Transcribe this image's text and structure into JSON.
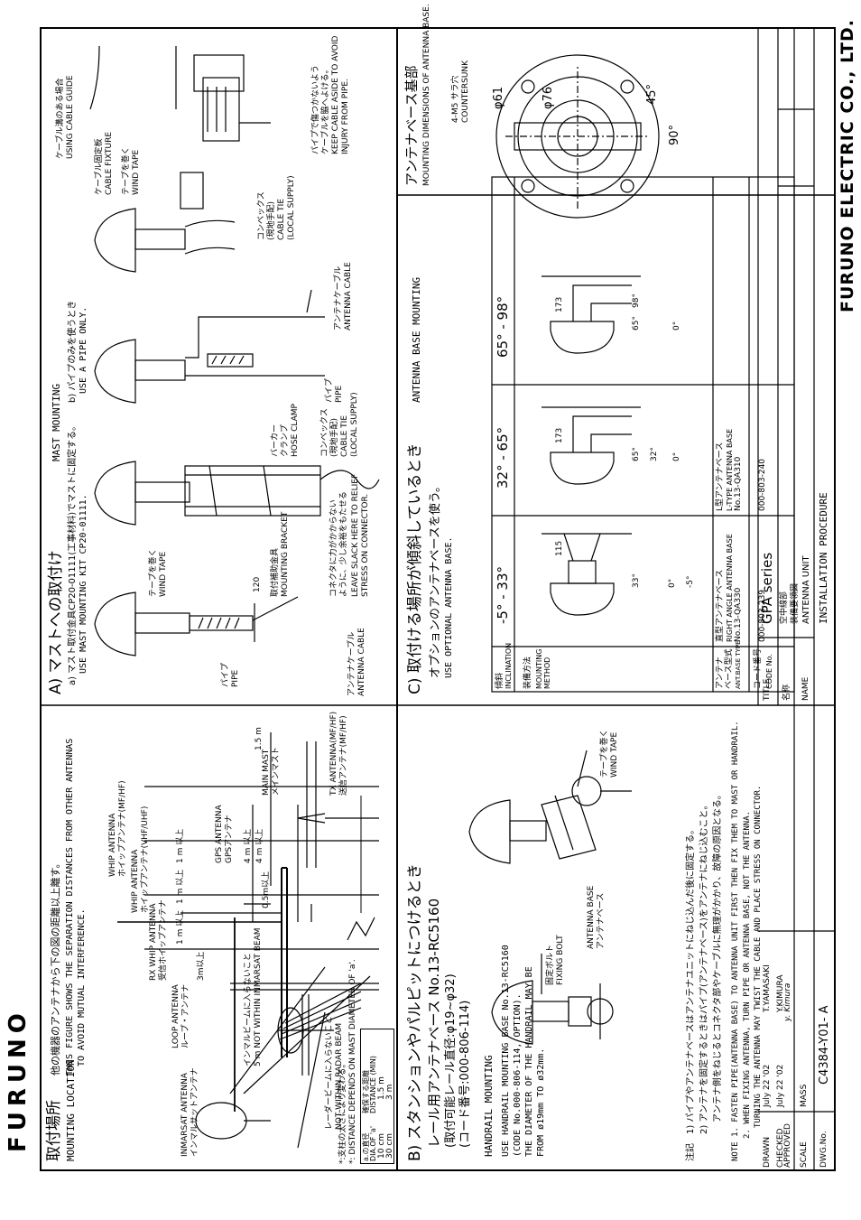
{
  "logo": "FURUNO",
  "brand": "FURUNO ELECTRIC CO., LTD.",
  "mounting_location": {
    "title_jp": "取付場所",
    "title_en": "MOUNTING LOCATION",
    "desc_jp": "他の機器のアンテナから下の図の距離以上離す。",
    "desc_en1": "THIS FIGURE SHOWS THE SEPARATION DISTANCES FROM OTHER ANTENNAS",
    "desc_en2": "TO AVOID MUTUAL INTERFERENCE.",
    "whip_hf_en": "WHIP ANTENNA",
    "whip_hf_jp": "ホイップアンテナ(MF/HF)",
    "whip_vhf_en": "WHIP ANTENNA",
    "whip_vhf_jp": "ホイップアンテナ(VHF/UHF)",
    "rx_whip_en": "RX WHIP ANTENNA",
    "rx_whip_jp": "受信ホイップアンテナ",
    "loop_en": "LOOP ANTENNA",
    "loop_jp": "ループ・アンテナ",
    "inmarsat_en": "INMARSAT ANTENNA",
    "inmarsat_jp": "インマルサットアンテナ",
    "gps_en": "GPS ANTENNA",
    "gps_jp": "GPSアンテナ",
    "main_mast_en": "MAIN MAST",
    "main_mast_jp": "メインマスト",
    "tx_en": "TX ANTENNA(MF/HF)",
    "tx_jp": "送信アンテナ(MF/HF)",
    "not_inmarsat_jp": "インマルビームに入らないこと",
    "not_inmarsat_en": "5 m NOT WITHIN INMARSAT BEAM",
    "not_radar_jp": "レーダービームに入らないこと",
    "not_radar_en": "NOT WITHIN RADAR BEAM",
    "d_1m_a": "1 m 以上",
    "d_1m_b": "1 m 以上",
    "d_1m_c": "1 m 以上",
    "d_3m": "3m以上",
    "d_4m_a": "4 m 以上",
    "d_4m_b": "4 m 以上",
    "d_05m": "0.5m以上",
    "d_15m": "1.5 m",
    "note_jp": "*:支柱の太さにより変わる。",
    "note_en": "*: DISTANCE DEPENDS ON MAST DIAMETER OF 'a'.",
    "table": {
      "h1_jp": "a.の直径",
      "h1_en": "DIA.OF 'a'",
      "h2_jp": "確保する距離",
      "h2_en": "DISTANCE (MIN)",
      "r1c1": "10 cm",
      "r1c2": "1.5 m",
      "r2c1": "30 cm",
      "r2c2": "3 m"
    }
  },
  "section_a": {
    "title_jp": "A) マストへの取付け",
    "title_en": "MAST MOUNTING",
    "sub_a_jp": "a) マスト取付金具CP20-01111(工事材料)でマストに固定する。",
    "sub_a_en": "USE MAST MOUNTING KIT CP20-01111.",
    "sub_b_jp": "b) パイプのみを使うとき",
    "sub_b_en": "USE A PIPE ONLY.",
    "pipe_jp": "パイプ",
    "pipe_en": "PIPE",
    "pipe2_jp": "パイプ",
    "pipe2_en": "PIPE",
    "dim_120": "120",
    "antenna_cable_jp": "アンテナケーブル",
    "antenna_cable_en": "ANTENNA CABLE",
    "antenna_cable2_jp": "アンテナケーブル",
    "antenna_cable2_en": "ANTENNA CABLE",
    "wind_tape_jp": "テープを巻く",
    "wind_tape_en": "WIND TAPE",
    "wind_tape2_jp": "テープを巻く",
    "wind_tape2_en": "WIND TAPE",
    "bracket_jp": "取付補助金具",
    "bracket_en": "MOUNTING BRACKET",
    "slack_jp1": "コネクタに力がかからない",
    "slack_jp2": "ように、少し余裕をもたせる",
    "slack_en1": "LEAVE SLACK HERE TO RELIEF",
    "slack_en2": "STRESS ON CONNECTOR.",
    "hose_jp1": "バーカー",
    "hose_jp2": "クランプ",
    "hose_en": "HOSE CLAMP",
    "tie_jp1": "コンベックス",
    "tie_jp2": "(現地手配)",
    "tie_en1": "CABLE TIE",
    "tie_en2": "(LOCAL SUPPLY)",
    "tie2_jp1": "コンベックス",
    "tie2_jp2": "(現地手配)",
    "tie2_en1": "CABLE TIE",
    "tie2_en2": "(LOCAL SUPPLY)",
    "guide_jp": "ケーブル溝のある場合",
    "guide_en": "USING CABLE GUIDE",
    "fixture_jp": "ケーブル固定板",
    "fixture_en": "CABLE FIXTURE",
    "aside_jp1": "パイプで傷つかないよう",
    "aside_jp2": "ケーブルを脇へよける。",
    "aside_en1": "KEEP CABLE ASIDE TO AVOID",
    "aside_en2": "INJURY FROM PIPE."
  },
  "section_b": {
    "title_jp": "B) スタンションやパルピットにつけるとき",
    "l1": "レール用アンテナベース No.13-RC5160",
    "l2": "(取付可能レール直径:φ19~φ32)",
    "l3": "(コード番号:000-806-114)",
    "en_title": "HANDRAIL MOUNTING",
    "en1": "USE HANDRAIL MOUNTING BASE No.13-RC5160",
    "en2": "(CODE No.000-806-114, OPTION).",
    "en3": "THE DIAMETER OF THE HANDRAIL MAY BE",
    "en4": "FROM ø19mm TO ø32mm.",
    "bolt_jp": "固定ボルト",
    "bolt_en": "FIXING BOLT",
    "base_en": "ANTENNA BASE",
    "base_jp": "アンテナベース",
    "wind_jp": "テープを巻く",
    "wind_en": "WIND TAPE"
  },
  "section_c": {
    "title_jp": "C) 取付ける場所が傾斜しているとき",
    "title_en": "ANTENNA BASE MOUNTING",
    "sub_jp": "オプションのアンテナベースを使う。",
    "sub_en": "USE OPTIONAL ANTENNA BASE.",
    "row_incl_jp": "傾斜",
    "row_incl_en": "INCLINATION",
    "row_method_jp": "装備方法",
    "row_method_en1": "MOUNTING",
    "row_method_en2": "METHOD",
    "row_type_jp1": "アンテナ",
    "row_type_jp2": "ベース型式",
    "row_type_en": "ANT.BASE TYPE",
    "row_code_jp": "コード番号",
    "row_code_en": "CODE No.",
    "c1_incl": "-5° - 33°",
    "c2_incl": "32° - 65°",
    "c3_incl": "65° - 98°",
    "c1_type_jp": "直型アンテナベース",
    "c1_type_en": "RIGHT ANGLE ANTENNA BASE",
    "c1_no": "No.13-QA330",
    "c1_code": "000-803-239",
    "c2_type_jp": "L型アンテナベース",
    "c2_type_en": "L-TYPE ANTENNA BASE",
    "c2_no": "No.13-QA310",
    "c2_code": "000-803-240",
    "dim_115": "115",
    "dim_173a": "173",
    "dim_173b": "173",
    "ang_33": "33°",
    "ang_0a": "0°",
    "ang_m5": "-5°",
    "ang_65": "65°",
    "ang_32": "32°",
    "ang_0b": "0°",
    "ang_65b": "65°",
    "ang_98": "98°",
    "ang_0c": "0°"
  },
  "base_dims": {
    "title_jp": "アンテナベース基部",
    "title_en": "MOUNTING DIMENSIONS OF ANTENNA BASE.",
    "screw_jp": "4-M5 サラ穴",
    "screw_en": "COUNTERSUNK",
    "d61": "φ61",
    "d76": "φ76",
    "a90": "90°",
    "a45": "45°"
  },
  "notes": {
    "label_jp": "注記",
    "n1_jp": "1) パイプやアンテナベースはアンテナユニットにねじ込んだ後に固定する。",
    "n2_jp": "2) アンテナを固定するときはパイプ(アンテナベース)をアンテナにねじ込むこと。",
    "n2b_jp": "アンテナ側をねじるとコネクタ部やケーブルに無理がかかり、故障の原因となる。",
    "n1_en": "NOTE 1. FASTEN PIPE(ANTENNA BASE) TO ANTENNA UNIT FIRST THEN FIX THEM TO MAST OR HANDRAIL.",
    "n2_en": "2. WHEN FIXING ANTENNA, TURN PIPE OR ANTENNA BASE, NOT THE ANTENNA.",
    "n2b_en": "TURNING THE ANTENNA MAY TWIST THE CABLE AND PLACE STRESS ON CONNECTOR."
  },
  "titleblock": {
    "drawn_label": "DRAWN",
    "drawn_date": "July 22 '02",
    "drawn_name": "T.YAMASAKI",
    "checked_label": "CHECKED",
    "checked_date": "July 22 '02",
    "checked_name": "Y.KIMURA",
    "approved_label": "APPROVED",
    "approved_sign": "y. Kimura",
    "scale_label": "SCALE",
    "mass_label": "MASS",
    "dwg_label": "DWG.No.",
    "dwg_no": "C4384-Y01- A",
    "title_label": "TITLE",
    "title_val": "GPA series",
    "meisho_label": "名称",
    "meisho_1": "空中線部",
    "meisho_2": "装備要領図",
    "name_label": "NAME",
    "name_1": "ANTENNA UNIT",
    "name_2": "INSTALLATION PROCEDURE"
  }
}
